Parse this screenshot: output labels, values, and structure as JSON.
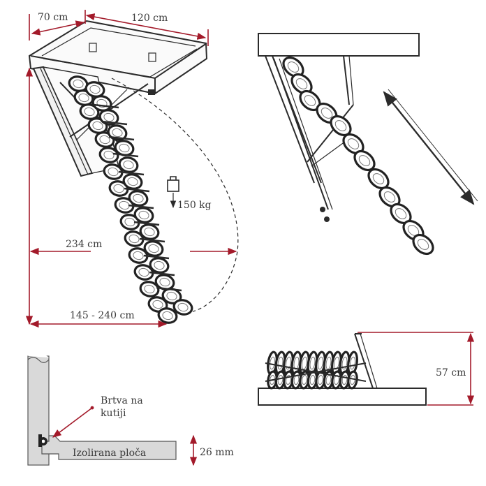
{
  "diagram": {
    "dimensions": {
      "depth": "70 cm",
      "length": "120 cm",
      "height_full": "234 cm",
      "height_range": "145 - 240 cm",
      "load": "150 kg",
      "folded_height": "57 cm",
      "panel_thickness": "26 mm"
    },
    "callouts": {
      "seal_line1": "Brtva na",
      "seal_line2": "kutiji",
      "panel": "Izolirana ploča"
    },
    "colors": {
      "dimension": "#a31a2a",
      "ink": "#2b2b2b",
      "panel_fill": "#d9d9d9"
    },
    "icons": [
      "weight-icon",
      "double-arrow-icon"
    ]
  }
}
